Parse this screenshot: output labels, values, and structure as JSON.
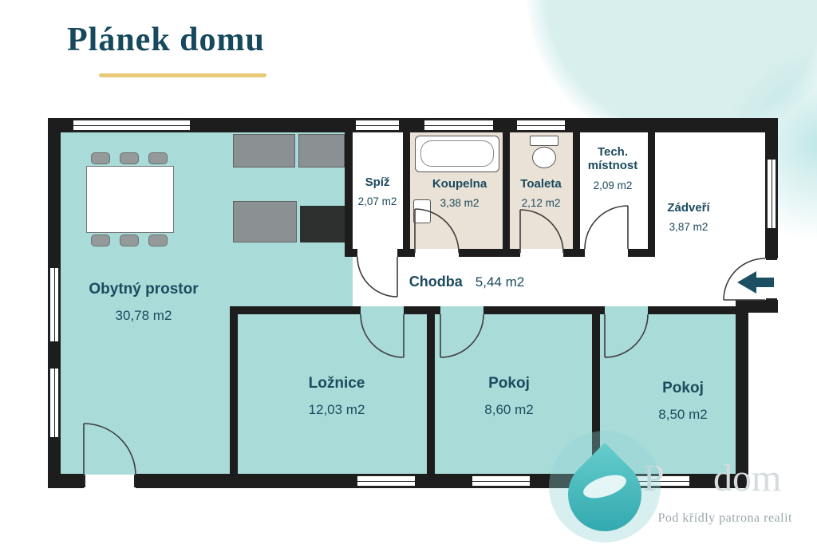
{
  "title": "Plánek domu",
  "rooms": {
    "living": {
      "name": "Obytný prostor",
      "area": "30,78 m2"
    },
    "pantry": {
      "name": "Spíž",
      "area": "2,07 m2"
    },
    "bathroom": {
      "name": "Koupelna",
      "area": "3,38 m2"
    },
    "toilet": {
      "name": "Toaleta",
      "area": "2,12 m2"
    },
    "tech": {
      "name_line1": "Tech.",
      "name_line2": "místnost",
      "area": "2,09 m2"
    },
    "entry_hall": {
      "name": "Zádveří",
      "area": "3,87 m2"
    },
    "corridor": {
      "name": "Chodba",
      "area": "5,44 m2"
    },
    "bedroom": {
      "name": "Ložnice",
      "area": "12,03 m2"
    },
    "room1": {
      "name": "Pokoj",
      "area": "8,60 m2"
    },
    "room2": {
      "name": "Pokoj",
      "area": "8,50 m2"
    }
  },
  "footer": {
    "tagline": "Pod křídly patrona realit",
    "watermark_left": "P",
    "watermark_right": "dom"
  },
  "colors": {
    "room_teal": "#a9dcd9",
    "room_beige": "#eae2d6",
    "wall": "#1d1d1d",
    "accent_gold": "#e9c878",
    "text_navy": "#1c4a5e",
    "logo_teal": "#3fbdbd"
  }
}
